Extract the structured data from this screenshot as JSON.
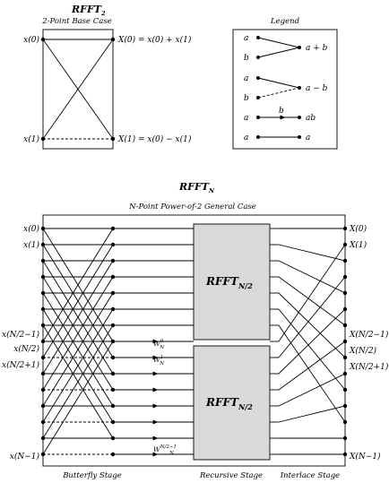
{
  "base_case": {
    "title_main": "RFFT",
    "title_sub": "2",
    "subtitle": "2-Point Base Case",
    "in0": "x(0)",
    "in1": "x(1)",
    "out0": "X(0) = x(0) + x(1)",
    "out1": "X(1) = x(0) − x(1)"
  },
  "legend": {
    "title": "Legend",
    "a": "a",
    "b": "b",
    "sum": "a + b",
    "diff": "a − b",
    "mult_b": "b",
    "prod": "ab",
    "pass": "a"
  },
  "general": {
    "title_main": "RFFT",
    "title_sub": "N",
    "subtitle": "N-Point Power-of-2 General Case",
    "inputs": [
      "x(0)",
      "x(1)",
      "x(N/2−1)",
      "x(N/2)",
      "x(N/2+1)",
      "x(N−1)"
    ],
    "outputs": [
      "X(0)",
      "X(1)",
      "X(N/2−1)",
      "X(N/2)",
      "X(N/2+1)",
      "X(N−1)"
    ],
    "block_main": "RFFT",
    "block_sub": "N/2",
    "twiddles": [
      {
        "base": "W",
        "sub": "N",
        "sup": "0"
      },
      {
        "base": "W",
        "sub": "N",
        "sup": "1"
      },
      {
        "base": "W",
        "sub": "N",
        "sup": "N/2−1"
      }
    ],
    "stages": [
      "Butterfly Stage",
      "Recursive Stage",
      "Interlace Stage"
    ]
  }
}
